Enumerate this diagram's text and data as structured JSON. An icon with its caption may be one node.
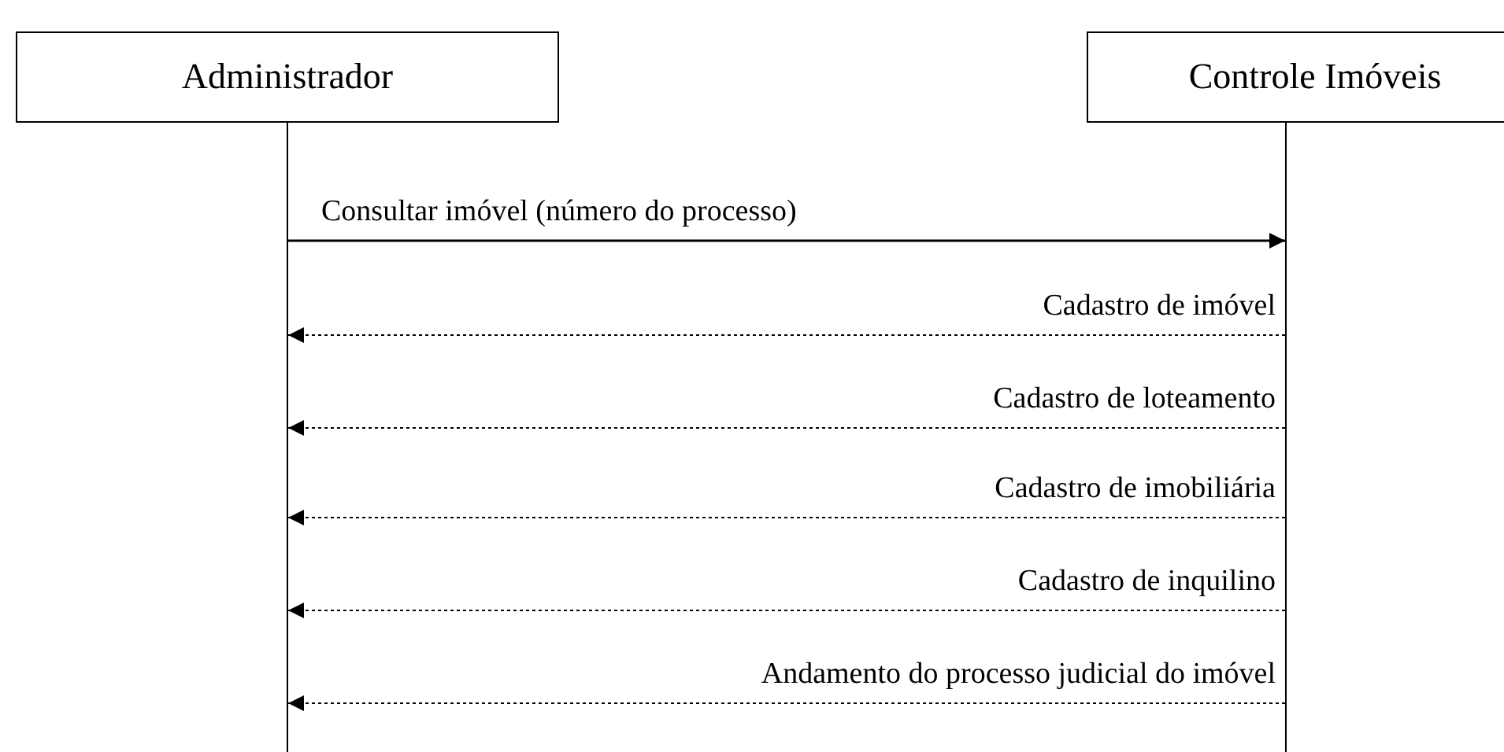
{
  "diagram": {
    "nodes": [
      {
        "text": [
          "Administrador"
        ]
      },
      {
        "text": [
          "Controle Imóveis"
        ]
      },
      {
        "text": [],
        "shape": "bar"
      },
      {
        "text": [],
        "shape": "bar"
      }
    ],
    "edges": [
      {
        "from": 2,
        "to": 3,
        "arrow": "to",
        "label": "Consultar imóvel (número do processo)"
      },
      {
        "from": 3,
        "to": 2,
        "arrow": "to",
        "label": "Cadastro de imóvel",
        "style": "dashed"
      },
      {
        "from": 3,
        "to": 2,
        "arrow": "to",
        "label": "Cadastro de loteamento",
        "style": "dashed"
      },
      {
        "from": 3,
        "to": 2,
        "arrow": "to",
        "label": "Cadastro de imobiliária",
        "style": "dashed"
      },
      {
        "from": 3,
        "to": 2,
        "arrow": "to",
        "label": "Cadastro de inquilino",
        "style": "dashed"
      },
      {
        "from": 3,
        "to": 2,
        "arrow": "to",
        "label": "Andamento do processo judicial do imóvel",
        "style": "dashed"
      }
    ]
  }
}
